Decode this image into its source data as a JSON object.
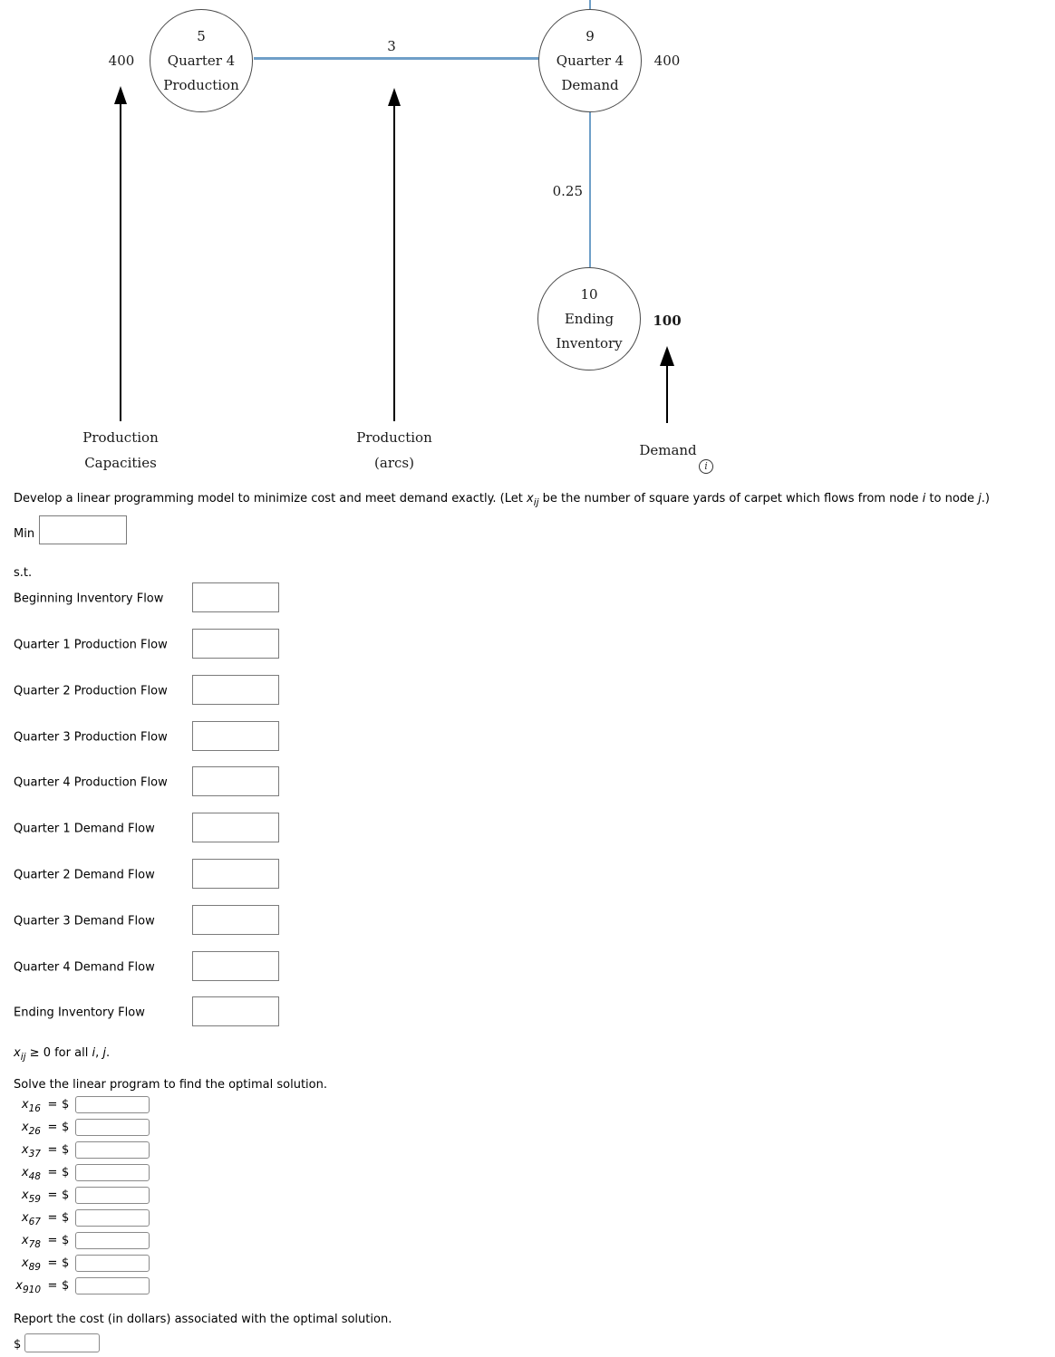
{
  "diagram": {
    "arc_color": "#6f9fc8",
    "nodes": {
      "q4_production": {
        "id": "5",
        "line1": "Quarter 4",
        "line2": "Production",
        "side_label": "400"
      },
      "q4_demand": {
        "id": "9",
        "line1": "Quarter 4",
        "line2": "Demand",
        "side_label": "400"
      },
      "ending_inventory": {
        "id": "10",
        "line1": "Ending",
        "line2": "Inventory",
        "side_label": "100"
      }
    },
    "arc_labels": {
      "q4_production_cost": "3",
      "ending_inventory_cost": "0.25"
    },
    "column_labels": {
      "left_line1": "Production",
      "left_line2": "Capacities",
      "mid_line1": "Production",
      "mid_line2": "(arcs)",
      "right": "Demand"
    },
    "info_icon_glyph": "i"
  },
  "prompt": {
    "p1": "Develop a linear programming model to minimize cost and meet demand exactly. (Let ",
    "var": "x",
    "var_sub": "ij",
    "p2": " be the number of square yards of carpet which flows from node ",
    "i": "i",
    "p3": " to node ",
    "j": "j",
    "p4": ".)"
  },
  "objective": {
    "min_label": "Min"
  },
  "st_label": "s.t.",
  "constraints": {
    "rows": [
      {
        "label": "Beginning Inventory Flow"
      },
      {
        "label": "Quarter 1 Production Flow"
      },
      {
        "label": "Quarter 2 Production Flow"
      },
      {
        "label": "Quarter 3 Production Flow"
      },
      {
        "label": "Quarter 4 Production Flow"
      },
      {
        "label": "Quarter 1 Demand Flow"
      },
      {
        "label": "Quarter 2 Demand Flow"
      },
      {
        "label": "Quarter 3 Demand Flow"
      },
      {
        "label": "Quarter 4 Demand Flow"
      },
      {
        "label": "Ending Inventory Flow"
      }
    ]
  },
  "nonneg": {
    "var": "x",
    "sub": "ij",
    "p1": " ≥ 0 for all ",
    "i": "i",
    "comma": ", ",
    "j": "j",
    "dot": "."
  },
  "solve_text": "Solve the linear program to find the optimal solution.",
  "solution": {
    "var_letter": "x",
    "eq": "=",
    "dollar": "$",
    "rows": [
      {
        "sub": "16"
      },
      {
        "sub": "26"
      },
      {
        "sub": "37"
      },
      {
        "sub": "48"
      },
      {
        "sub": "59"
      },
      {
        "sub": "67"
      },
      {
        "sub": "78"
      },
      {
        "sub": "89"
      },
      {
        "sub": "910"
      }
    ]
  },
  "report": {
    "text": "Report the cost (in dollars) associated with the optimal solution.",
    "dollar": "$"
  }
}
